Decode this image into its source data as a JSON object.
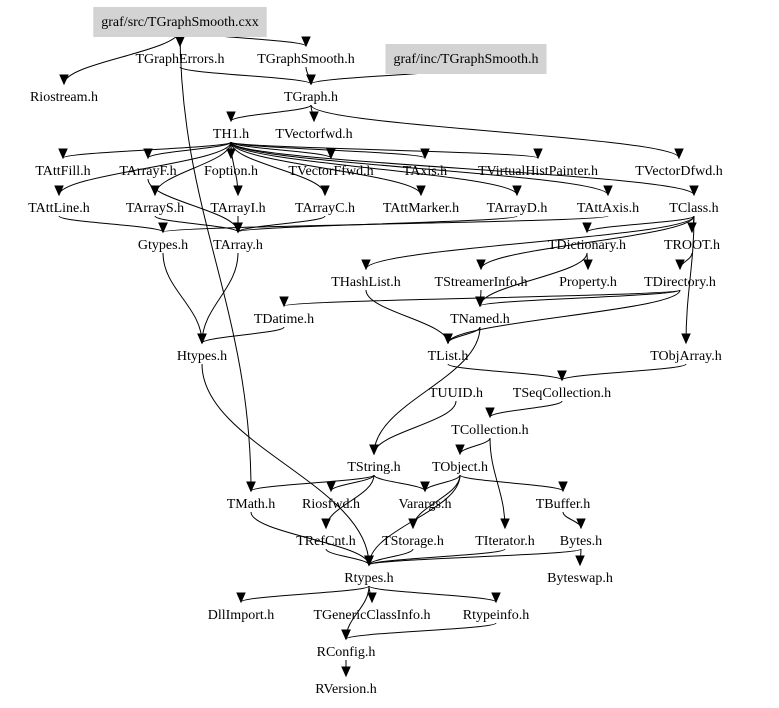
{
  "diagram": {
    "title": "graf/src/TGraphSmooth.cxx include dependency graph",
    "highlight_color": "#d3d3d3",
    "nodes": [
      {
        "id": "src",
        "label": "graf/src/TGraphSmooth.cxx",
        "highlight": true
      },
      {
        "id": "inc",
        "label": "graf/inc/TGraphSmooth.h",
        "highlight": true
      },
      {
        "id": "TGraphErrors",
        "label": "TGraphErrors.h"
      },
      {
        "id": "TGraphSmooth",
        "label": "TGraphSmooth.h"
      },
      {
        "id": "Riostream",
        "label": "Riostream.h"
      },
      {
        "id": "TGraph",
        "label": "TGraph.h"
      },
      {
        "id": "TH1",
        "label": "TH1.h"
      },
      {
        "id": "TVectorfwd",
        "label": "TVectorfwd.h"
      },
      {
        "id": "TAttFill",
        "label": "TAttFill.h"
      },
      {
        "id": "TArrayF",
        "label": "TArrayF.h"
      },
      {
        "id": "Foption",
        "label": "Foption.h"
      },
      {
        "id": "TVectorFfwd",
        "label": "TVectorFfwd.h"
      },
      {
        "id": "TAxis",
        "label": "TAxis.h"
      },
      {
        "id": "TVirtualHistPainter",
        "label": "TVirtualHistPainter.h"
      },
      {
        "id": "TVectorDfwd",
        "label": "TVectorDfwd.h"
      },
      {
        "id": "TAttLine",
        "label": "TAttLine.h"
      },
      {
        "id": "TArrayS",
        "label": "TArrayS.h"
      },
      {
        "id": "TArrayI",
        "label": "TArrayI.h"
      },
      {
        "id": "TArrayC",
        "label": "TArrayC.h"
      },
      {
        "id": "TAttMarker",
        "label": "TAttMarker.h"
      },
      {
        "id": "TArrayD",
        "label": "TArrayD.h"
      },
      {
        "id": "TAttAxis",
        "label": "TAttAxis.h"
      },
      {
        "id": "TClass",
        "label": "TClass.h"
      },
      {
        "id": "Gtypes",
        "label": "Gtypes.h"
      },
      {
        "id": "TArray",
        "label": "TArray.h"
      },
      {
        "id": "TDictionary",
        "label": "TDictionary.h"
      },
      {
        "id": "TROOT",
        "label": "TROOT.h"
      },
      {
        "id": "THashList",
        "label": "THashList.h"
      },
      {
        "id": "TStreamerInfo",
        "label": "TStreamerInfo.h"
      },
      {
        "id": "Property",
        "label": "Property.h"
      },
      {
        "id": "TDirectory",
        "label": "TDirectory.h"
      },
      {
        "id": "TDatime",
        "label": "TDatime.h"
      },
      {
        "id": "TNamed",
        "label": "TNamed.h"
      },
      {
        "id": "Htypes",
        "label": "Htypes.h"
      },
      {
        "id": "TList",
        "label": "TList.h"
      },
      {
        "id": "TObjArray",
        "label": "TObjArray.h"
      },
      {
        "id": "TUUID",
        "label": "TUUID.h"
      },
      {
        "id": "TSeqCollection",
        "label": "TSeqCollection.h"
      },
      {
        "id": "TCollection",
        "label": "TCollection.h"
      },
      {
        "id": "TString",
        "label": "TString.h"
      },
      {
        "id": "TObject",
        "label": "TObject.h"
      },
      {
        "id": "TMath",
        "label": "TMath.h"
      },
      {
        "id": "Riosfwd",
        "label": "Riosfwd.h"
      },
      {
        "id": "Varargs",
        "label": "Varargs.h"
      },
      {
        "id": "TBuffer",
        "label": "TBuffer.h"
      },
      {
        "id": "TRefCnt",
        "label": "TRefCnt.h"
      },
      {
        "id": "TStorage",
        "label": "TStorage.h"
      },
      {
        "id": "TIterator",
        "label": "TIterator.h"
      },
      {
        "id": "Bytes",
        "label": "Bytes.h"
      },
      {
        "id": "Rtypes",
        "label": "Rtypes.h"
      },
      {
        "id": "Byteswap",
        "label": "Byteswap.h"
      },
      {
        "id": "DllImport",
        "label": "DllImport.h"
      },
      {
        "id": "TGenericClassInfo",
        "label": "TGenericClassInfo.h"
      },
      {
        "id": "Rtypeinfo",
        "label": "Rtypeinfo.h"
      },
      {
        "id": "RConfig",
        "label": "RConfig.h"
      },
      {
        "id": "RVersion",
        "label": "RVersion.h"
      }
    ],
    "edges": [
      [
        "src",
        "TGraphErrors"
      ],
      [
        "src",
        "TGraphSmooth"
      ],
      [
        "src",
        "Riostream"
      ],
      [
        "src",
        "TMath"
      ],
      [
        "inc",
        "TGraph"
      ],
      [
        "TGraphErrors",
        "TGraph"
      ],
      [
        "TGraphSmooth",
        "TGraph"
      ],
      [
        "TGraph",
        "TH1"
      ],
      [
        "TGraph",
        "TVectorfwd"
      ],
      [
        "TGraph",
        "TVectorDfwd"
      ],
      [
        "TH1",
        "TAttFill"
      ],
      [
        "TH1",
        "TArrayF"
      ],
      [
        "TH1",
        "Foption"
      ],
      [
        "TH1",
        "TVectorFfwd"
      ],
      [
        "TH1",
        "TAxis"
      ],
      [
        "TH1",
        "TVirtualHistPainter"
      ],
      [
        "TH1",
        "TAttLine"
      ],
      [
        "TH1",
        "TArrayS"
      ],
      [
        "TH1",
        "TArrayI"
      ],
      [
        "TH1",
        "TArrayC"
      ],
      [
        "TH1",
        "TAttMarker"
      ],
      [
        "TH1",
        "TArrayD"
      ],
      [
        "TH1",
        "TAttAxis"
      ],
      [
        "TH1",
        "TClass"
      ],
      [
        "TAttLine",
        "Gtypes"
      ],
      [
        "TArrayS",
        "TArray"
      ],
      [
        "TArrayI",
        "TArray"
      ],
      [
        "TArrayC",
        "TArray"
      ],
      [
        "TArrayD",
        "TArray"
      ],
      [
        "TArrayF",
        "TArray"
      ],
      [
        "TAttAxis",
        "Gtypes"
      ],
      [
        "TClass",
        "TROOT"
      ],
      [
        "TClass",
        "TDictionary"
      ],
      [
        "TClass",
        "THashList"
      ],
      [
        "TClass",
        "TStreamerInfo"
      ],
      [
        "TClass",
        "TObjArray"
      ],
      [
        "TDictionary",
        "Property"
      ],
      [
        "TDictionary",
        "TNamed"
      ],
      [
        "TROOT",
        "TDirectory"
      ],
      [
        "TDirectory",
        "TNamed"
      ],
      [
        "TDirectory",
        "TList"
      ],
      [
        "TDirectory",
        "TDatime"
      ],
      [
        "TStreamerInfo",
        "TNamed"
      ],
      [
        "THashList",
        "TList"
      ],
      [
        "TNamed",
        "TList"
      ],
      [
        "TNamed",
        "TString"
      ],
      [
        "TArray",
        "Htypes"
      ],
      [
        "Gtypes",
        "Htypes"
      ],
      [
        "TDatime",
        "Htypes"
      ],
      [
        "TList",
        "TSeqCollection"
      ],
      [
        "TObjArray",
        "TSeqCollection"
      ],
      [
        "TSeqCollection",
        "TCollection"
      ],
      [
        "TUUID",
        "TString"
      ],
      [
        "TCollection",
        "TObject"
      ],
      [
        "TCollection",
        "TIterator"
      ],
      [
        "TString",
        "TMath"
      ],
      [
        "TString",
        "Riosfwd"
      ],
      [
        "TString",
        "Varargs"
      ],
      [
        "TString",
        "TRefCnt"
      ],
      [
        "TObject",
        "Varargs"
      ],
      [
        "TObject",
        "TStorage"
      ],
      [
        "TObject",
        "Rtypes"
      ],
      [
        "TObject",
        "TBuffer"
      ],
      [
        "TBuffer",
        "Bytes"
      ],
      [
        "Bytes",
        "Byteswap"
      ],
      [
        "Bytes",
        "Rtypes"
      ],
      [
        "TRefCnt",
        "Rtypes"
      ],
      [
        "TStorage",
        "Rtypes"
      ],
      [
        "TIterator",
        "Rtypes"
      ],
      [
        "TMath",
        "Rtypes"
      ],
      [
        "Htypes",
        "Rtypes"
      ],
      [
        "Rtypes",
        "DllImport"
      ],
      [
        "Rtypes",
        "TGenericClassInfo"
      ],
      [
        "Rtypes",
        "Rtypeinfo"
      ],
      [
        "Rtypes",
        "RConfig"
      ],
      [
        "Rtypeinfo",
        "RConfig"
      ],
      [
        "RConfig",
        "RVersion"
      ]
    ]
  }
}
